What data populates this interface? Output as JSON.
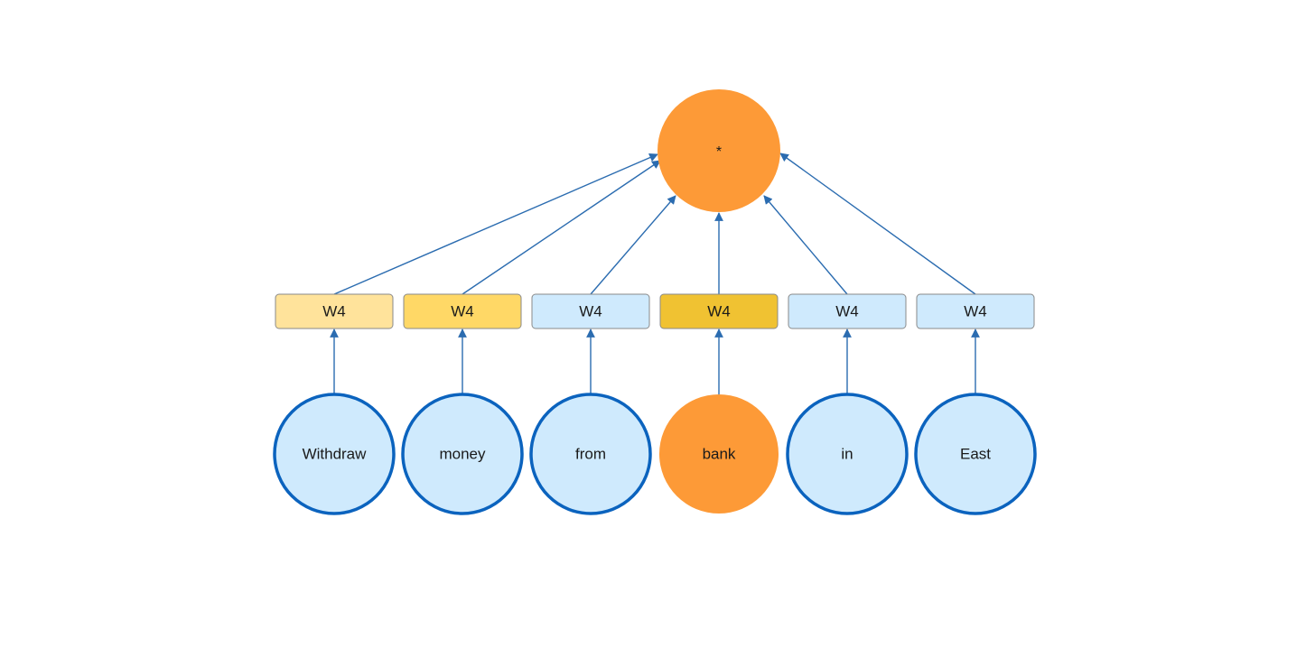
{
  "output_node": {
    "label": "*",
    "fill": "#FD9A37"
  },
  "weights": [
    {
      "label": "W4",
      "fill": "#FFE39B"
    },
    {
      "label": "W4",
      "fill": "#FFD866"
    },
    {
      "label": "W4",
      "fill": "#CFEAFD"
    },
    {
      "label": "W4",
      "fill": "#F0C232"
    },
    {
      "label": "W4",
      "fill": "#CFEAFD"
    },
    {
      "label": "W4",
      "fill": "#CFEAFD"
    }
  ],
  "tokens": [
    {
      "label": "Withdraw",
      "fill": "#CFEAFD",
      "stroke": "#0B63BE"
    },
    {
      "label": "money",
      "fill": "#CFEAFD",
      "stroke": "#0B63BE"
    },
    {
      "label": "from",
      "fill": "#CFEAFD",
      "stroke": "#0B63BE"
    },
    {
      "label": "bank",
      "fill": "#FD9A37",
      "stroke": "#FD9A37"
    },
    {
      "label": "in",
      "fill": "#CFEAFD",
      "stroke": "#0B63BE"
    },
    {
      "label": "East",
      "fill": "#CFEAFD",
      "stroke": "#0B63BE"
    }
  ],
  "colors": {
    "arrow": "#2B6CB0",
    "weight_border": "#8A8A8A"
  }
}
